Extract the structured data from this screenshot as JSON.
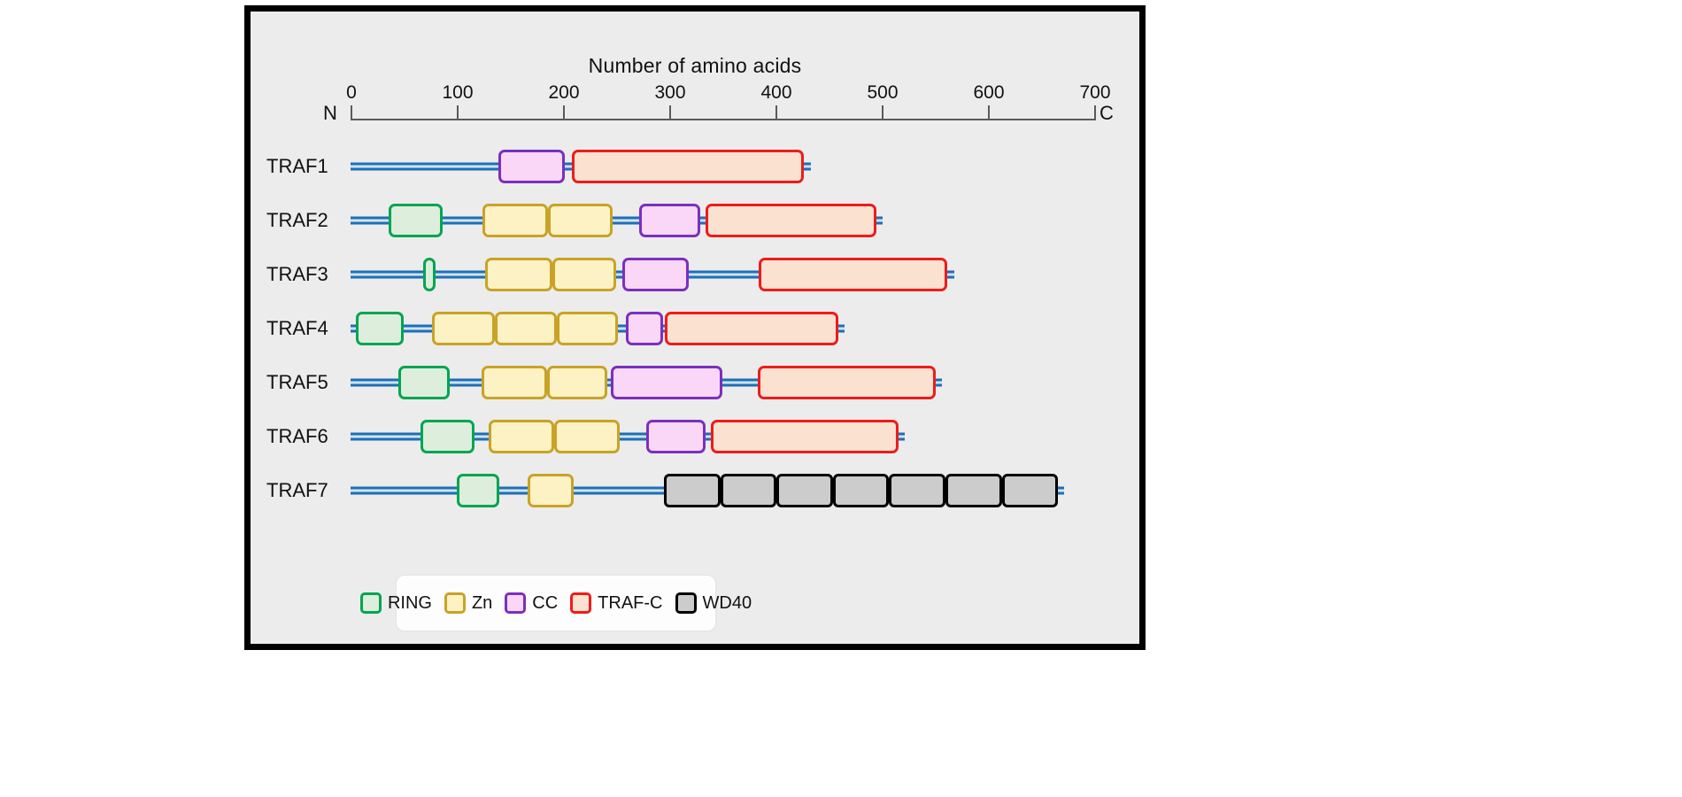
{
  "axis": {
    "title": "Number of amino acids",
    "n_terminus_label": "N",
    "c_terminus_label": "C",
    "min": 0,
    "max": 700,
    "ticks": [
      0,
      100,
      200,
      300,
      400,
      500,
      600,
      700
    ],
    "tick_labels": [
      "0",
      "100",
      "200",
      "300",
      "400",
      "500",
      "600",
      "700"
    ]
  },
  "legend": {
    "items": [
      {
        "key": "ring",
        "label": "RING",
        "fill": "#ddeedd",
        "stroke": "#00a550"
      },
      {
        "key": "zn",
        "label": "Zn",
        "fill": "#fdf2c4",
        "stroke": "#c9a227"
      },
      {
        "key": "cc",
        "label": "CC",
        "fill": "#fad7f7",
        "stroke": "#7b2fbe"
      },
      {
        "key": "trafc",
        "label": "TRAF-C",
        "fill": "#fbe2d0",
        "stroke": "#ef1b1b"
      },
      {
        "key": "wd40",
        "label": "WD40",
        "fill": "#cccccc",
        "stroke": "#000000"
      }
    ]
  },
  "chart_data": {
    "type": "domain-architecture",
    "title": "Number of amino acids",
    "xlabel": "Number of amino acids",
    "ylabel": "",
    "xlim": [
      0,
      700
    ],
    "grid": false,
    "legend_position": "bottom-center",
    "units": "amino acids",
    "proteins": [
      {
        "name": "TRAF1",
        "length": 433,
        "domains": [
          {
            "type": "cc",
            "label": "CC",
            "start": 139,
            "end": 202
          },
          {
            "type": "trafc",
            "label": "TRAF-C",
            "start": 208,
            "end": 427
          }
        ]
      },
      {
        "name": "TRAF2",
        "length": 501,
        "domains": [
          {
            "type": "ring",
            "label": "RING",
            "start": 36,
            "end": 87
          },
          {
            "type": "zn",
            "label": "Zn",
            "start": 124,
            "end": 186
          },
          {
            "type": "zn",
            "label": "Zn",
            "start": 186,
            "end": 247
          },
          {
            "type": "cc",
            "label": "CC",
            "start": 272,
            "end": 329
          },
          {
            "type": "trafc",
            "label": "TRAF-C",
            "start": 334,
            "end": 495
          }
        ]
      },
      {
        "name": "TRAF3",
        "length": 568,
        "domains": [
          {
            "type": "ring",
            "label": "RING",
            "start": 68,
            "end": 80
          },
          {
            "type": "zn",
            "label": "Zn",
            "start": 127,
            "end": 190
          },
          {
            "type": "zn",
            "label": "Zn",
            "start": 190,
            "end": 250
          },
          {
            "type": "cc",
            "label": "CC",
            "start": 256,
            "end": 318
          },
          {
            "type": "trafc",
            "label": "TRAF-C",
            "start": 384,
            "end": 562
          }
        ]
      },
      {
        "name": "TRAF4",
        "length": 465,
        "domains": [
          {
            "type": "ring",
            "label": "RING",
            "start": 5,
            "end": 50
          },
          {
            "type": "zn",
            "label": "Zn",
            "start": 77,
            "end": 136
          },
          {
            "type": "zn",
            "label": "Zn",
            "start": 136,
            "end": 194
          },
          {
            "type": "zn",
            "label": "Zn",
            "start": 194,
            "end": 252
          },
          {
            "type": "cc",
            "label": "CC",
            "start": 259,
            "end": 294
          },
          {
            "type": "trafc",
            "label": "TRAF-C",
            "start": 296,
            "end": 459
          }
        ]
      },
      {
        "name": "TRAF5",
        "length": 557,
        "domains": [
          {
            "type": "ring",
            "label": "RING",
            "start": 45,
            "end": 93
          },
          {
            "type": "zn",
            "label": "Zn",
            "start": 123,
            "end": 185
          },
          {
            "type": "zn",
            "label": "Zn",
            "start": 185,
            "end": 242
          },
          {
            "type": "cc",
            "label": "CC",
            "start": 245,
            "end": 350
          },
          {
            "type": "trafc",
            "label": "TRAF-C",
            "start": 383,
            "end": 551
          }
        ]
      },
      {
        "name": "TRAF6",
        "length": 522,
        "domains": [
          {
            "type": "ring",
            "label": "RING",
            "start": 66,
            "end": 117
          },
          {
            "type": "zn",
            "label": "Zn",
            "start": 130,
            "end": 192
          },
          {
            "type": "zn",
            "label": "Zn",
            "start": 192,
            "end": 253
          },
          {
            "type": "cc",
            "label": "CC",
            "start": 278,
            "end": 334
          },
          {
            "type": "trafc",
            "label": "TRAF-C",
            "start": 339,
            "end": 516
          }
        ]
      },
      {
        "name": "TRAF7",
        "length": 672,
        "domains": [
          {
            "type": "ring",
            "label": "RING",
            "start": 100,
            "end": 140
          },
          {
            "type": "zn",
            "label": "Zn",
            "start": 167,
            "end": 210
          },
          {
            "type": "wd40",
            "label": "WD40",
            "start": 295,
            "end": 348
          },
          {
            "type": "wd40",
            "label": "WD40",
            "start": 348,
            "end": 401
          },
          {
            "type": "wd40",
            "label": "WD40",
            "start": 401,
            "end": 454
          },
          {
            "type": "wd40",
            "label": "WD40",
            "start": 454,
            "end": 507
          },
          {
            "type": "wd40",
            "label": "WD40",
            "start": 507,
            "end": 560
          },
          {
            "type": "wd40",
            "label": "WD40",
            "start": 560,
            "end": 613
          },
          {
            "type": "wd40",
            "label": "WD40",
            "start": 613,
            "end": 666
          }
        ]
      }
    ]
  }
}
